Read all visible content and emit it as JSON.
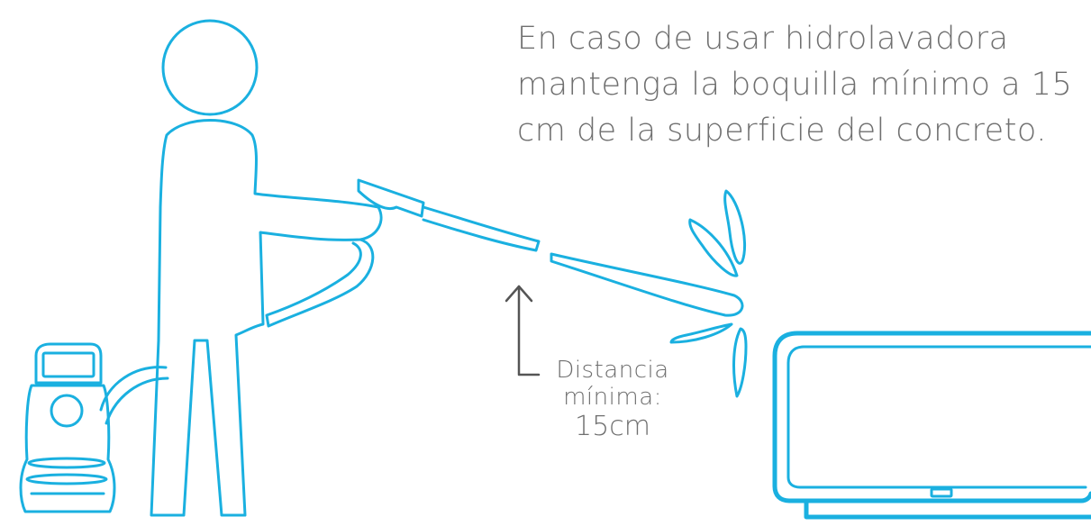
{
  "instruction": {
    "lines": [
      "En caso de usar hidrolavadora",
      "mantenga la boquilla mínimo a 15",
      "cm de la superficie del concreto."
    ]
  },
  "distance": {
    "line1": "Distancia",
    "line2": "mínima:",
    "value": "15cm"
  },
  "colors": {
    "outline": "#1ab0e0",
    "text": "#6f6f6f",
    "arrow": "#555555"
  }
}
